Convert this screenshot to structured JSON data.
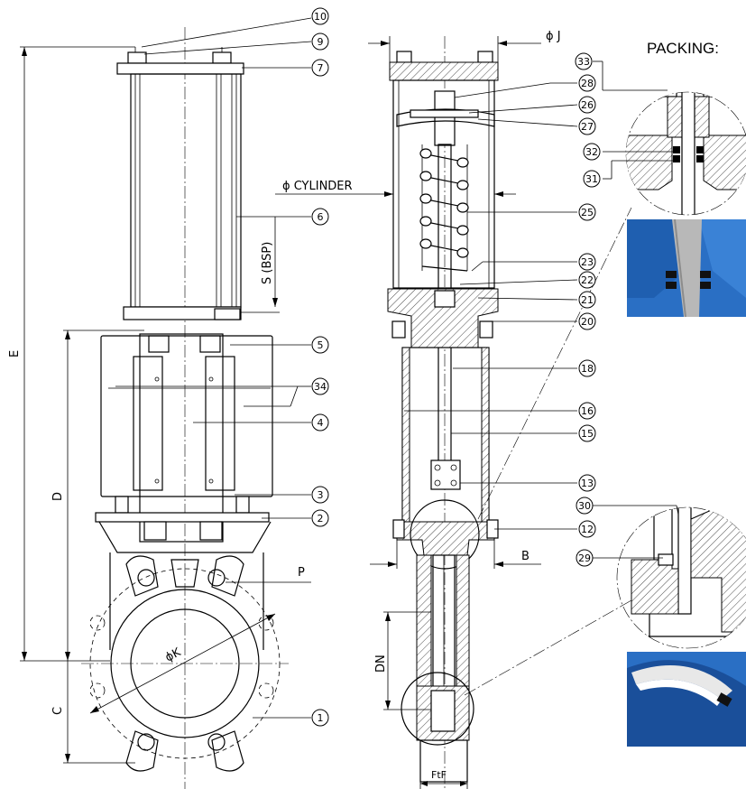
{
  "packing_label": "PACKING:",
  "dimensions": {
    "J": "ϕ J",
    "cylinder": "ϕ CYLINDER",
    "S": "S (BSP)",
    "E": "E",
    "D": "D",
    "C": "C",
    "P": "P",
    "K": "ϕK",
    "B": "B",
    "DN": "DN",
    "FtF": "FtF"
  },
  "callouts": [
    "10",
    "9",
    "7",
    "6",
    "5",
    "34",
    "4",
    "3",
    "2",
    "1",
    "28",
    "26",
    "27",
    "25",
    "23",
    "22",
    "21",
    "20",
    "18",
    "16",
    "15",
    "13",
    "12",
    "33",
    "32",
    "31",
    "30",
    "29"
  ],
  "colors": {
    "line": "#000000",
    "photo_blue": "#2a6fc4",
    "photo_dark": "#1a4f9a",
    "photo_steel": "#b8b8b8"
  }
}
